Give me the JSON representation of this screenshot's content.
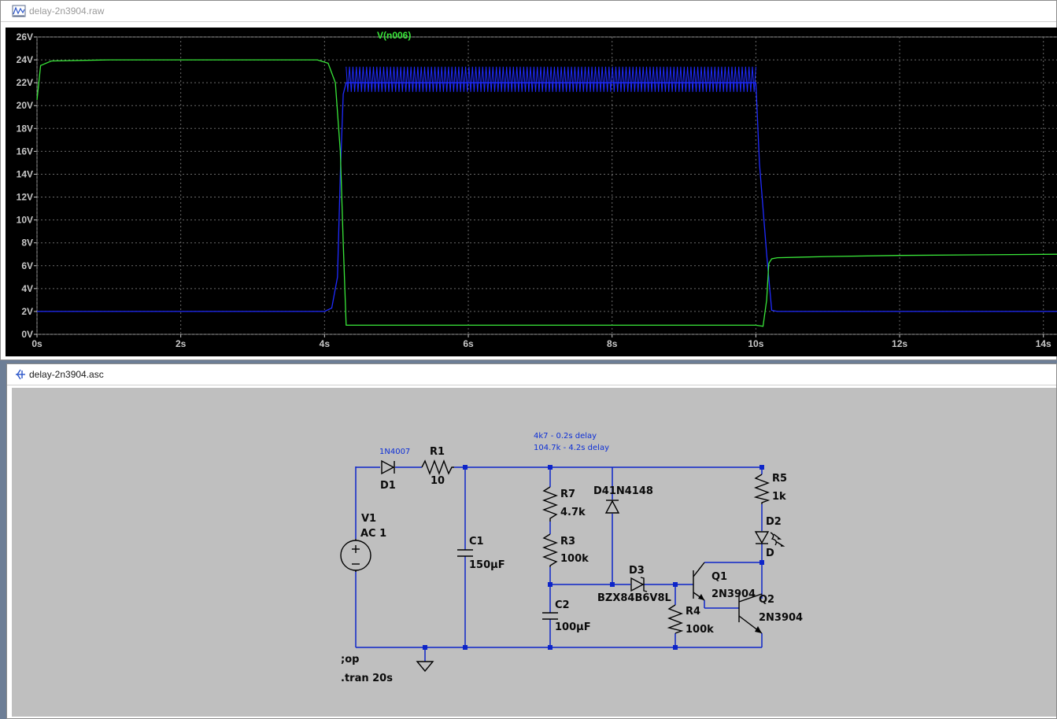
{
  "raw_window": {
    "title": "delay-2n3904.raw",
    "icon": "waveform-viewer-icon"
  },
  "asc_window": {
    "title": "delay-2n3904.asc",
    "icon": "schematic-icon"
  },
  "plot": {
    "trace_name": "V(n006)",
    "y_ticks": [
      "0V",
      "2V",
      "4V",
      "6V",
      "8V",
      "10V",
      "12V",
      "14V",
      "16V",
      "18V",
      "20V",
      "22V",
      "24V",
      "26V"
    ],
    "x_ticks": [
      "0s",
      "2s",
      "4s",
      "6s",
      "8s",
      "10s",
      "12s",
      "14s"
    ],
    "colors": {
      "background": "#000000",
      "grid": "#6a6a6a",
      "trace_green": "#39e639",
      "trace_blue": "#1f2bff"
    }
  },
  "chart_data": {
    "type": "line",
    "xlabel": "",
    "ylabel": "",
    "xlim": [
      0,
      14.2
    ],
    "ylim": [
      0,
      26
    ],
    "grid": true,
    "series": [
      {
        "name": "V(n006)",
        "color": "#39e639",
        "x": [
          0,
          0.05,
          0.2,
          1,
          2,
          3,
          3.9,
          4.05,
          4.15,
          4.22,
          4.26,
          4.3,
          4.5,
          6,
          8,
          10,
          10.1,
          10.15,
          10.18,
          10.22,
          10.3,
          11,
          12,
          13,
          14.2
        ],
        "y": [
          20.5,
          23.5,
          23.9,
          24,
          24,
          24,
          24,
          23.7,
          22,
          16,
          8,
          0.8,
          0.8,
          0.8,
          0.8,
          0.8,
          0.7,
          3,
          6.2,
          6.6,
          6.7,
          6.8,
          6.9,
          6.95,
          7
        ]
      },
      {
        "color": "#1f2bff",
        "x": [
          0,
          2,
          4,
          4.1,
          4.18,
          4.22,
          4.26,
          4.3,
          10.0,
          10.05,
          10.15,
          10.22,
          10.3,
          11,
          12,
          14.2
        ],
        "y": [
          2,
          2,
          2,
          2.3,
          5,
          14,
          21,
          22,
          22,
          15,
          7,
          2.1,
          2,
          2,
          2,
          2
        ]
      }
    ],
    "oscillation_band": {
      "x_start": 4.3,
      "x_end": 10.0,
      "y_low": 21.2,
      "y_high": 23.4
    }
  },
  "schematic": {
    "annotation_lines": [
      "4k7 - 0.2s delay",
      "104.7k - 4.2s delay"
    ],
    "directives": [
      ";op",
      ".tran 20s"
    ],
    "components": {
      "d1_model": "1N4007",
      "d1_name": "D1",
      "r1_name": "R1",
      "r1_value": "10",
      "v1_name": "V1",
      "v1_value": "AC 1",
      "c1_name": "C1",
      "c1_value": "150µF",
      "r7_name": "R7",
      "r7_value": "4.7k",
      "r3_name": "R3",
      "r3_value": "100k",
      "d4_name": "D41N4148",
      "c2_name": "C2",
      "c2_value": "100µF",
      "d3_name": "D3",
      "d3_value": "BZX84B6V8L",
      "r4_name": "R4",
      "r4_value": "100k",
      "q1_name": "Q1",
      "q1_value": "2N3904",
      "q2_name": "Q2",
      "q2_value": "2N3904",
      "r5_name": "R5",
      "r5_value": "1k",
      "d2_name": "D2",
      "d2_value": "D"
    }
  }
}
